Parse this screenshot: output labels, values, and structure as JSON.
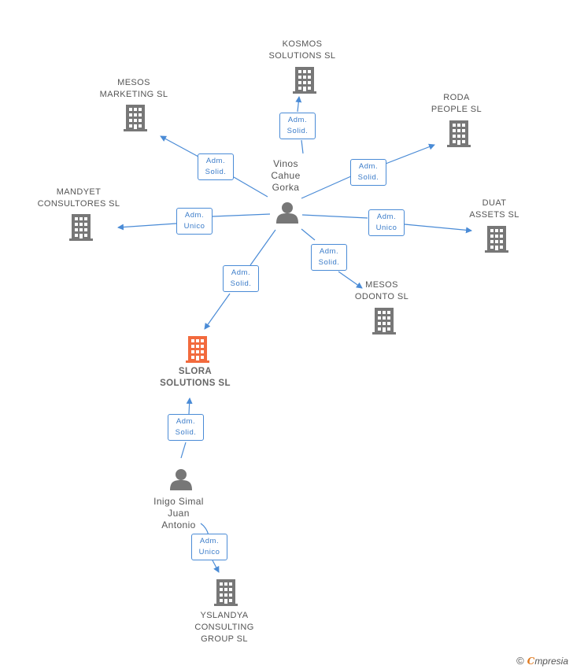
{
  "colors": {
    "edge": "#4a8bd6",
    "building": "#777777",
    "building_main": "#f26a3d",
    "person": "#777777"
  },
  "nodes": {
    "kosmos": {
      "lines": [
        "KOSMOS",
        "SOLUTIONS SL"
      ],
      "icon": "building-icon"
    },
    "mesos_marketing": {
      "lines": [
        "MESOS",
        "MARKETING SL"
      ],
      "icon": "building-icon"
    },
    "roda": {
      "lines": [
        "RODA",
        "PEOPLE SL"
      ],
      "icon": "building-icon"
    },
    "mandyet": {
      "lines": [
        "MANDYET",
        "CONSULTORES SL"
      ],
      "icon": "building-icon"
    },
    "duat": {
      "lines": [
        "DUAT",
        "ASSETS SL"
      ],
      "icon": "building-icon"
    },
    "mesos_odonto": {
      "lines": [
        "MESOS",
        "ODONTO SL"
      ],
      "icon": "building-icon"
    },
    "slora": {
      "lines": [
        "SLORA",
        "SOLUTIONS SL"
      ],
      "icon": "building-icon"
    },
    "yslandya": {
      "lines": [
        "YSLANDYA",
        "CONSULTING",
        "GROUP  SL"
      ],
      "icon": "building-icon"
    },
    "vinos": {
      "lines": [
        "Vinos",
        "Cahue",
        "Gorka"
      ],
      "icon": "person-icon"
    },
    "inigo": {
      "lines": [
        "Inigo Simal",
        "Juan",
        "Antonio"
      ],
      "icon": "person-icon"
    }
  },
  "edges": [
    {
      "id": "e-kosmos",
      "lines": [
        "Adm.",
        "Solid."
      ]
    },
    {
      "id": "e-mesos-marketing",
      "lines": [
        "Adm.",
        "Solid."
      ]
    },
    {
      "id": "e-roda",
      "lines": [
        "Adm.",
        "Solid."
      ]
    },
    {
      "id": "e-mandyet",
      "lines": [
        "Adm.",
        "Unico"
      ]
    },
    {
      "id": "e-duat",
      "lines": [
        "Adm.",
        "Unico"
      ]
    },
    {
      "id": "e-mesos-odonto",
      "lines": [
        "Adm.",
        "Solid."
      ]
    },
    {
      "id": "e-slora-vinos",
      "lines": [
        "Adm.",
        "Solid."
      ]
    },
    {
      "id": "e-slora-inigo",
      "lines": [
        "Adm.",
        "Solid."
      ]
    },
    {
      "id": "e-yslandya",
      "lines": [
        "Adm.",
        "Unico"
      ]
    }
  ],
  "footer": {
    "symbol": "©",
    "brand_initial": "C",
    "brand_rest": "mpresia"
  }
}
